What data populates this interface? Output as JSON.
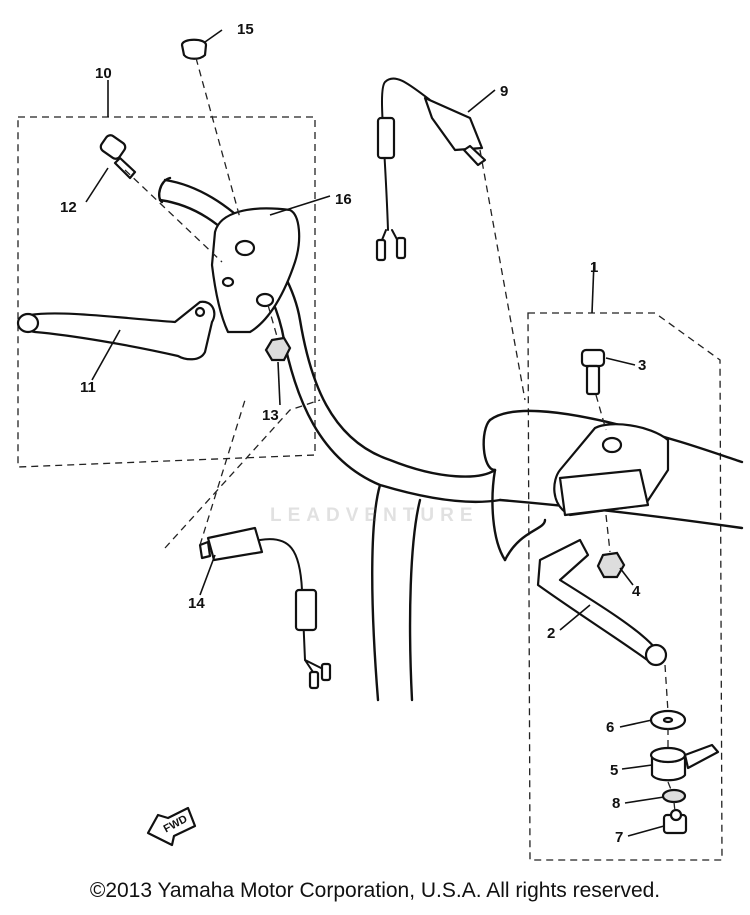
{
  "callouts": {
    "c1": "1",
    "c2": "2",
    "c3": "3",
    "c4": "4",
    "c5": "5",
    "c6": "6",
    "c7": "7",
    "c8": "8",
    "c9": "9",
    "c10": "10",
    "c11": "11",
    "c12": "12",
    "c13": "13",
    "c14": "14",
    "c15": "15",
    "c16": "16"
  },
  "fwd_label": "FWD",
  "watermark": "LEADVENTURE",
  "copyright": "©2013 Yamaha Motor Corporation, U.S.A. All rights reserved.",
  "colors": {
    "ink": "#111111",
    "paper": "#ffffff"
  }
}
